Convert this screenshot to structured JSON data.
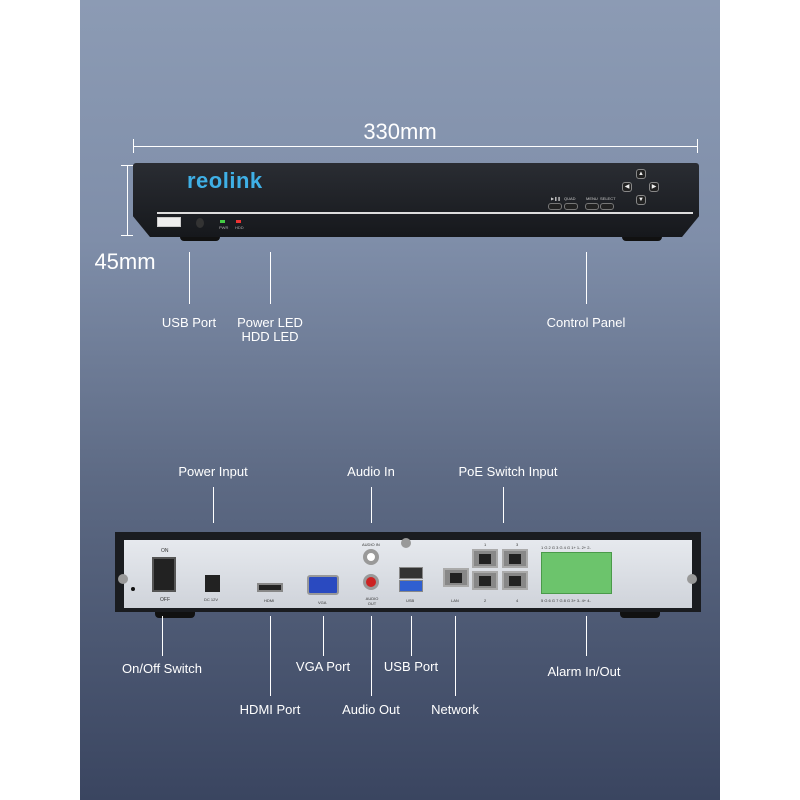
{
  "dimensions": {
    "width": "330mm",
    "height": "45mm"
  },
  "front": {
    "logo": "reolink",
    "led_labels": [
      "PWR",
      "HDD"
    ],
    "buttons": [
      "▶❚❚",
      "QUAD",
      "MENU",
      "SELECT"
    ],
    "callouts": {
      "usb": "USB Port",
      "power_led": "Power LED",
      "hdd_led": "HDD LED",
      "control": "Control Panel"
    }
  },
  "rear": {
    "panel_text": {
      "on": "ON",
      "off": "OFF",
      "dc": "DC 12V",
      "hdmi": "HDMI",
      "vga": "VGA",
      "audio_in": "AUDIO IN",
      "audio_out": "AUDIO OUT",
      "usb": "USB",
      "lan": "LAN",
      "poe": [
        "1",
        "3",
        "2",
        "4"
      ],
      "alarm_top": "1 G 2 G 3 G 4 G 1+ 1- 2+ 2-",
      "alarm_bottom": "5 G 6 G 7 G 8 G 3+ 3- 4+ 4-"
    },
    "callouts": {
      "power_input": "Power Input",
      "audio_in": "Audio In",
      "poe": "PoE Switch Input",
      "onoff": "On/Off Switch",
      "hdmi": "HDMI Port",
      "vga": "VGA Port",
      "audio_out": "Audio Out",
      "usb": "USB Port",
      "network": "Network",
      "alarm": "Alarm In/Out"
    }
  },
  "colors": {
    "logo": "#3fb0e6",
    "background_top": "#8c9bb4",
    "background_bottom": "#3a4560",
    "terminal": "#6cc46c"
  }
}
